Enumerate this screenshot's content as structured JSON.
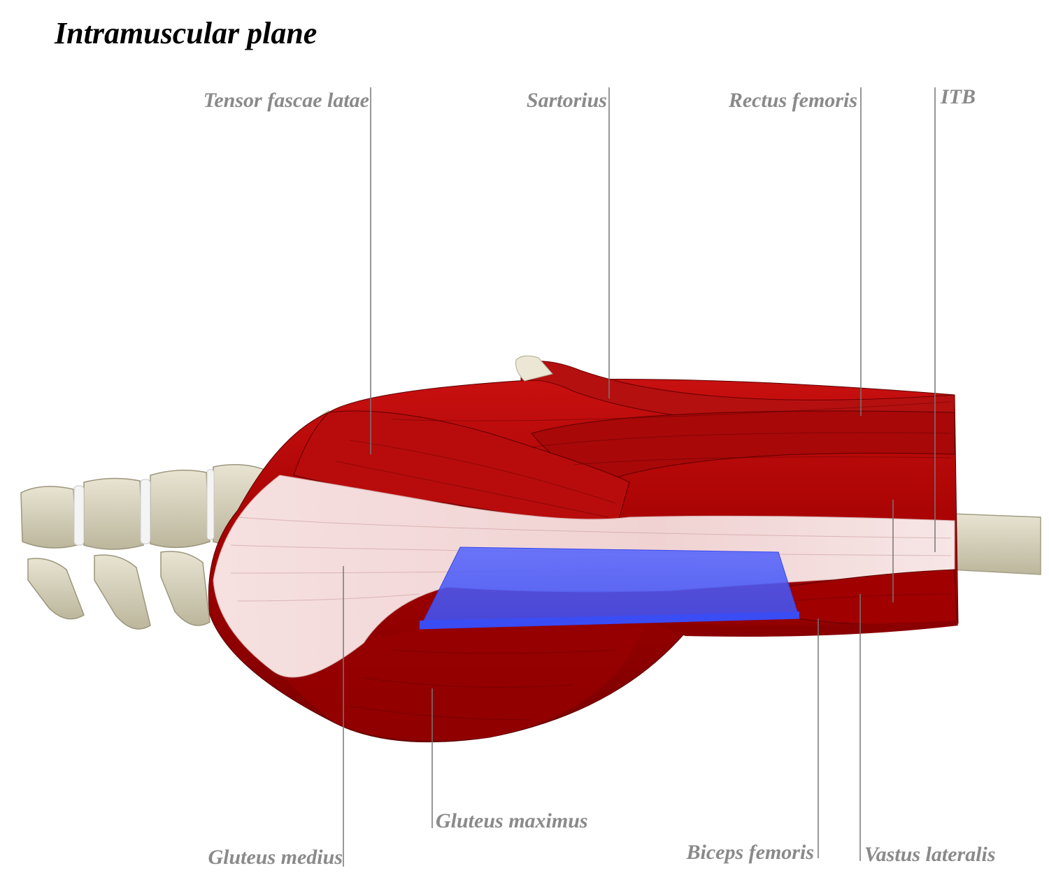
{
  "title": "Intramuscular plane",
  "labels": {
    "tensor_fascae_latae": "Tensor fascae latae",
    "sartorius": "Sartorius",
    "rectus_femoris": "Rectus femoris",
    "itb": "ITB",
    "gluteus_maximus": "Gluteus maximus",
    "gluteus_medius": "Gluteus medius",
    "biceps_femoris": "Biceps femoris",
    "vastus_lateralis": "Vastus lateralis"
  },
  "colors": {
    "muscle": "#b00000",
    "muscle_dark": "#7a0000",
    "tendon": "#f3d6d6",
    "bone": "#d8d3bc",
    "plane": "#4a5cff",
    "leader_line": "#777777"
  }
}
